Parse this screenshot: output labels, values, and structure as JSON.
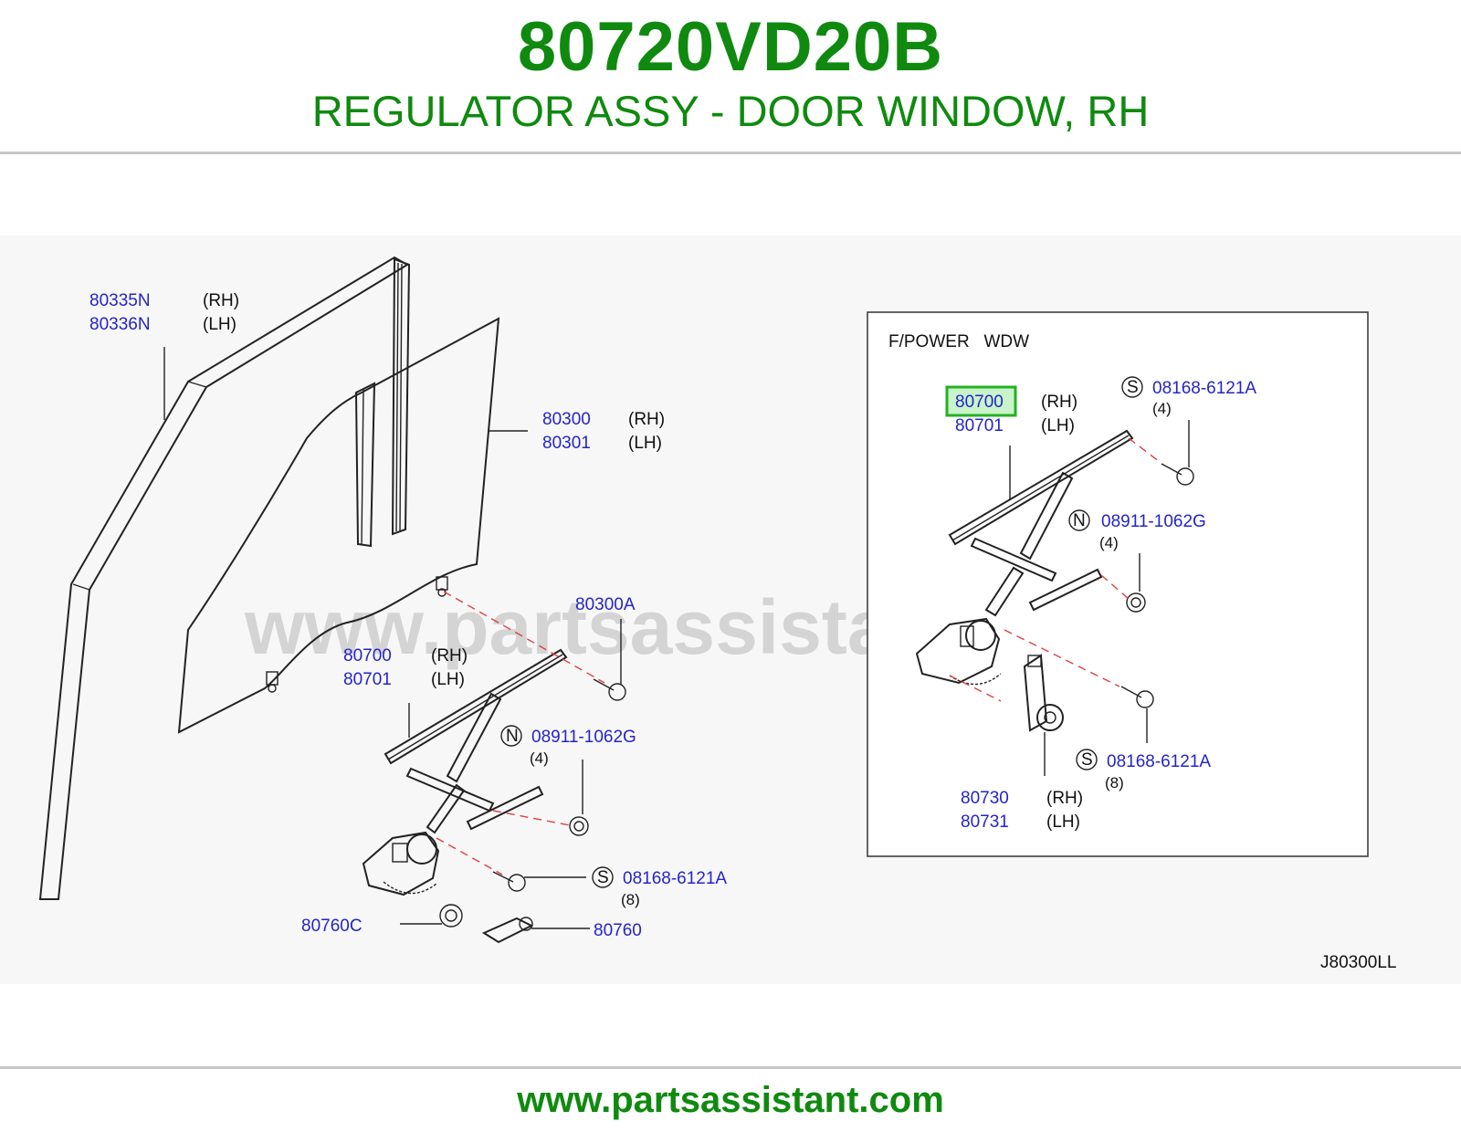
{
  "header": {
    "part_number": "80720VD20B",
    "description": "REGULATOR ASSY - DOOR WINDOW, RH"
  },
  "watermark": "www.partsassistant.com",
  "footer": {
    "url": "www.partsassistant.com"
  },
  "diagram_code": "J80300LL",
  "inset": {
    "title": "F/POWER   WDW",
    "callouts": {
      "regulator_rh": {
        "code": "80700",
        "side": "(RH)"
      },
      "regulator_lh": {
        "code": "80701",
        "side": "(LH)"
      },
      "screw_top": {
        "marker": "S",
        "code": "08168-6121A",
        "qty": "(4)"
      },
      "nut": {
        "marker": "N",
        "code": "08911-1062G",
        "qty": "(4)"
      },
      "screw_bottom": {
        "marker": "S",
        "code": "08168-6121A",
        "qty": "(8)"
      },
      "motor_rh": {
        "code": "80730",
        "side": "(RH)"
      },
      "motor_lh": {
        "code": "80731",
        "side": "(LH)"
      }
    }
  },
  "main": {
    "callouts": {
      "sash_rh": {
        "code": "80335N",
        "side": "(RH)"
      },
      "sash_lh": {
        "code": "80336N",
        "side": "(LH)"
      },
      "glass_rh": {
        "code": "80300",
        "side": "(RH)"
      },
      "glass_lh": {
        "code": "80301",
        "side": "(LH)"
      },
      "glass_bolt": {
        "code": "80300A"
      },
      "regulator_rh": {
        "code": "80700",
        "side": "(RH)"
      },
      "regulator_lh": {
        "code": "80701",
        "side": "(LH)"
      },
      "nut": {
        "marker": "N",
        "code": "08911-1062G",
        "qty": "(4)"
      },
      "screw": {
        "marker": "S",
        "code": "08168-6121A",
        "qty": "(8)"
      },
      "handle_washer": {
        "code": "80760C"
      },
      "handle": {
        "code": "80760"
      }
    }
  },
  "colors": {
    "brand_green": "#0f8a0f",
    "callout_blue": "#2424c8",
    "highlight_box": "#22b222",
    "highlight_fill": "#c9f3c9",
    "guide_dash": "#e04040"
  }
}
